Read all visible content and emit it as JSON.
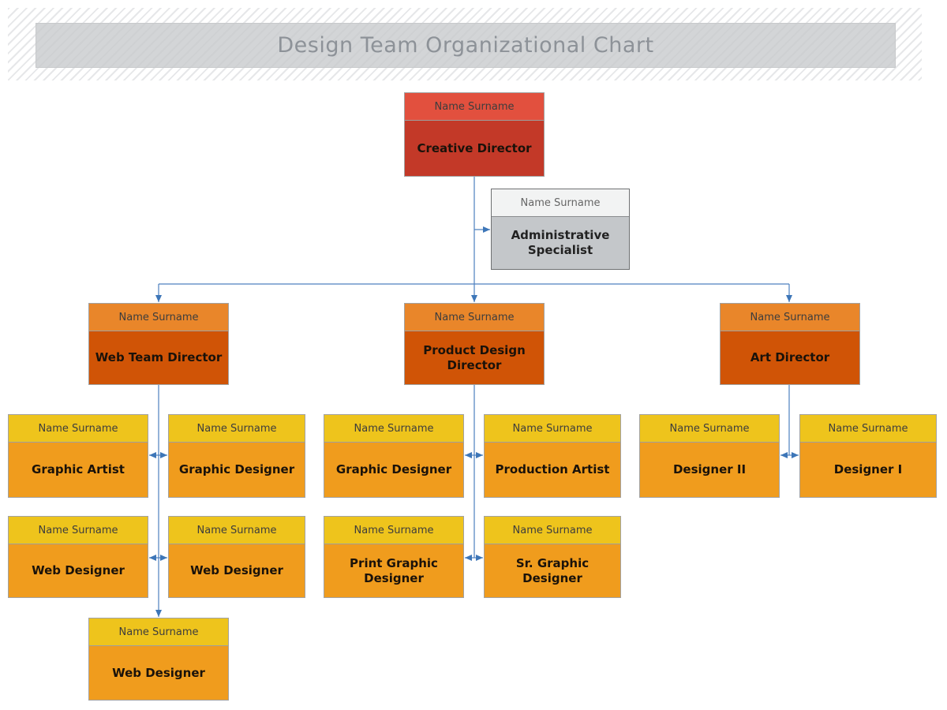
{
  "title_banner": {
    "text": "Design Team Organizational Chart",
    "band_fill": "#c6c9cc",
    "text_color": "#8d9298",
    "hatch_stripe_color": "#e6e7e9"
  },
  "connector_color": "#4d80bf",
  "palette": {
    "executive": {
      "header": "#e2503e",
      "body": "#c33928"
    },
    "assistant": {
      "header": "#f2f3f3",
      "body": "#c4c7ca"
    },
    "director": {
      "header": "#e9862a",
      "body": "#d05406"
    },
    "staff": {
      "header": "#eec41c",
      "body": "#f09c1d"
    }
  },
  "nodes": [
    {
      "person": "Name Surname",
      "title": "Creative Director",
      "level": "executive",
      "reports_to": null
    },
    {
      "person": "Name Surname",
      "title": "Administrative Specialist",
      "level": "assistant",
      "reports_to": "Creative Director"
    },
    {
      "person": "Name Surname",
      "title": "Web Team Director",
      "level": "director",
      "reports_to": "Creative Director"
    },
    {
      "person": "Name Surname",
      "title": "Product Design Director",
      "level": "director",
      "reports_to": "Creative Director"
    },
    {
      "person": "Name Surname",
      "title": "Art Director",
      "level": "director",
      "reports_to": "Creative Director"
    },
    {
      "person": "Name Surname",
      "title": "Graphic Artist",
      "level": "staff",
      "reports_to": "Web Team Director"
    },
    {
      "person": "Name Surname",
      "title": "Graphic Designer",
      "level": "staff",
      "reports_to": "Web Team Director"
    },
    {
      "person": "Name Surname",
      "title": "Graphic Designer",
      "level": "staff",
      "reports_to": "Product Design Director"
    },
    {
      "person": "Name Surname",
      "title": "Production Artist",
      "level": "staff",
      "reports_to": "Product Design Director"
    },
    {
      "person": "Name Surname",
      "title": "Designer II",
      "level": "staff",
      "reports_to": "Art Director"
    },
    {
      "person": "Name Surname",
      "title": "Designer I",
      "level": "staff",
      "reports_to": "Art Director"
    },
    {
      "person": "Name Surname",
      "title": "Web Designer",
      "level": "staff",
      "reports_to": "Web Team Director"
    },
    {
      "person": "Name Surname",
      "title": "Web Designer",
      "level": "staff",
      "reports_to": "Web Team Director"
    },
    {
      "person": "Name Surname",
      "title": "Print Graphic Designer",
      "level": "staff",
      "reports_to": "Product Design Director"
    },
    {
      "person": "Name Surname",
      "title": "Sr. Graphic Designer",
      "level": "staff",
      "reports_to": "Product Design Director"
    },
    {
      "person": "Name Surname",
      "title": "Web Designer",
      "level": "staff",
      "reports_to": "Web Team Director"
    }
  ]
}
